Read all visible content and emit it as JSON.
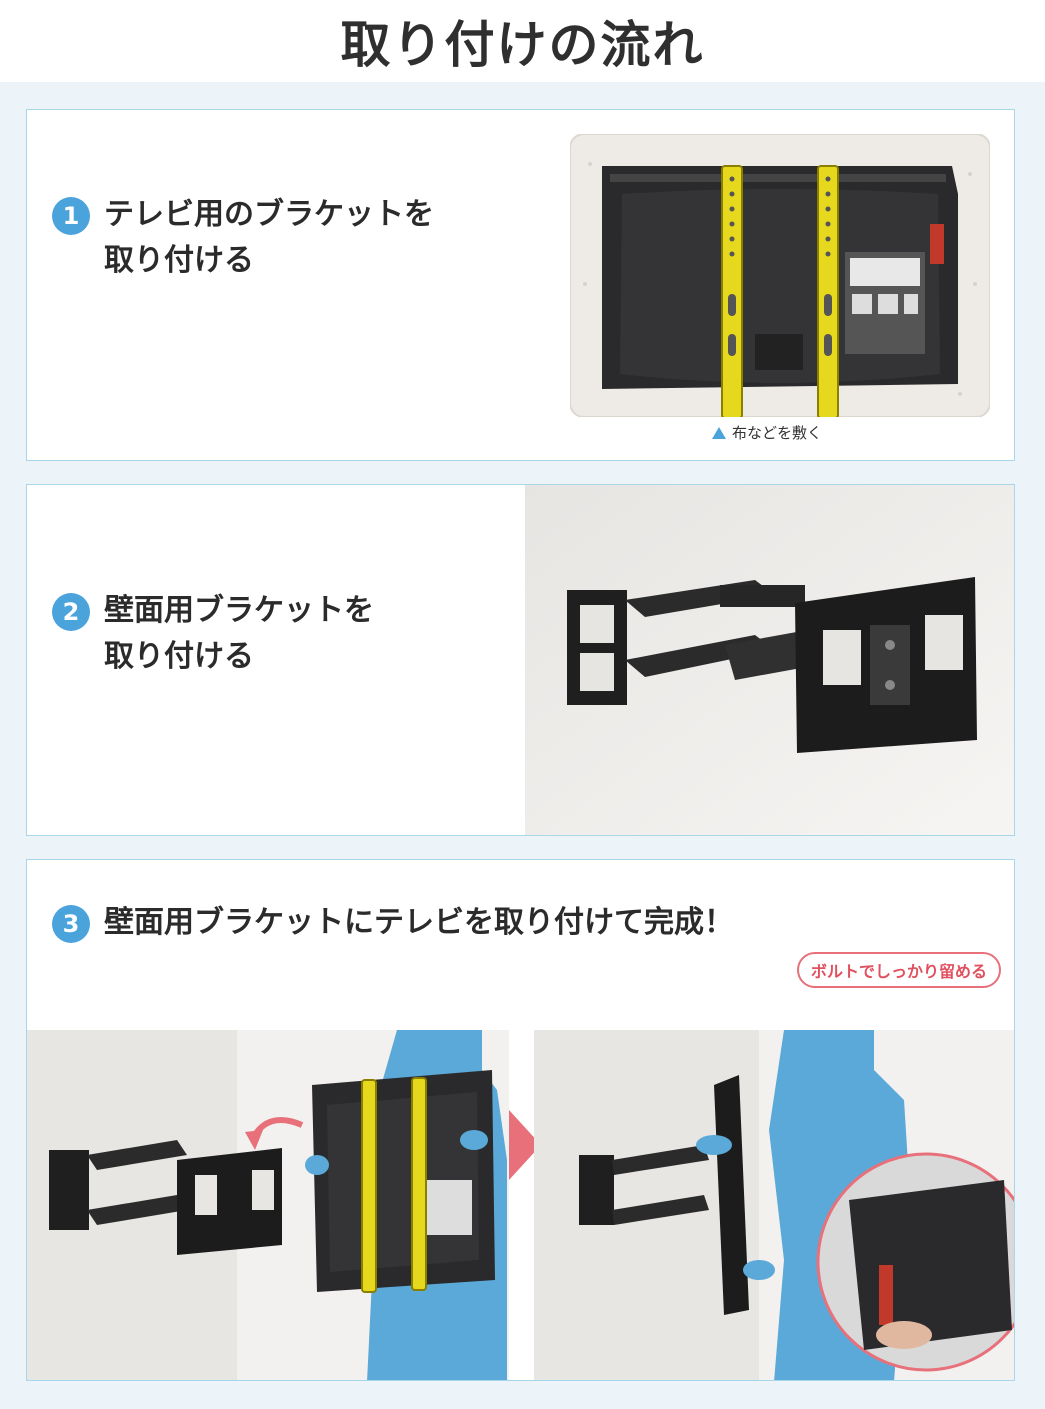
{
  "page": {
    "title": "取り付けの流れ"
  },
  "steps": [
    {
      "number": "1",
      "line1": "テレビ用のブラケットを",
      "line2": "取り付ける",
      "caption": "布などを敷く"
    },
    {
      "number": "2",
      "line1": "壁面用ブラケットを",
      "line2": "取り付ける"
    },
    {
      "number": "3",
      "line1": "壁面用ブラケットにテレビを取り付けて完成！"
    }
  ],
  "step3": {
    "callout": "ボルトでしっかり留める"
  },
  "colors": {
    "accent": "#4ba3dc",
    "card_border": "#a8d7ea",
    "background": "#ecf4fa",
    "callout": "#e8707a",
    "bracket_yellow": "#f0e020"
  }
}
